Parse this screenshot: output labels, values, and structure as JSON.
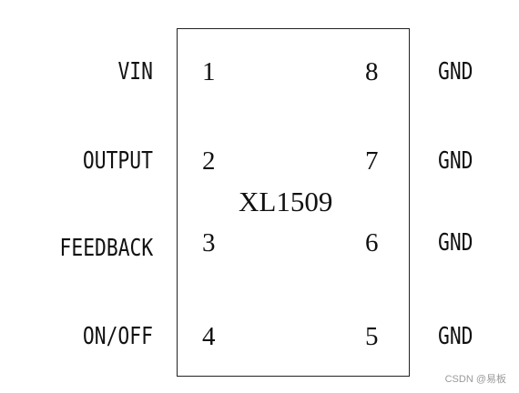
{
  "chip": {
    "part_number": "XL1509"
  },
  "pins_left": [
    {
      "number": "1",
      "label": "VIN"
    },
    {
      "number": "2",
      "label": "OUTPUT"
    },
    {
      "number": "3",
      "label": "FEEDBACK"
    },
    {
      "number": "4",
      "label": "ON/OFF"
    }
  ],
  "pins_right": [
    {
      "number": "8",
      "label": "GND"
    },
    {
      "number": "7",
      "label": "GND"
    },
    {
      "number": "6",
      "label": "GND"
    },
    {
      "number": "5",
      "label": "GND"
    }
  ],
  "watermark": "CSDN @易板"
}
